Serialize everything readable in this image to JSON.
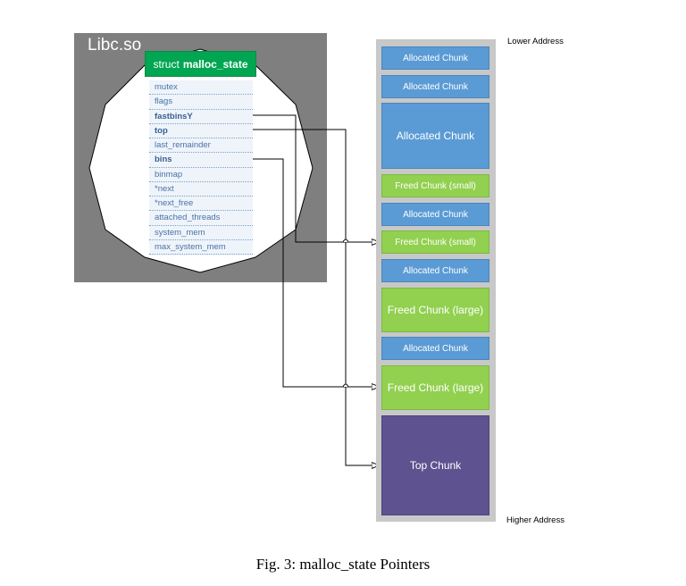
{
  "diagram": {
    "lib_label": "Libc.so",
    "struct_prefix": "struct",
    "struct_name": "malloc_state",
    "fields": [
      {
        "label": "mutex",
        "bold": false
      },
      {
        "label": "flags",
        "bold": false
      },
      {
        "label": "fastbinsY",
        "bold": true
      },
      {
        "label": "top",
        "bold": true
      },
      {
        "label": "last_remainder",
        "bold": false
      },
      {
        "label": "bins",
        "bold": true
      },
      {
        "label": "binmap",
        "bold": false
      },
      {
        "label": "*next",
        "bold": false
      },
      {
        "label": "*next_free",
        "bold": false
      },
      {
        "label": "attached_threads",
        "bold": false
      },
      {
        "label": "system_mem",
        "bold": false
      },
      {
        "label": "max_system_mem",
        "bold": false
      }
    ],
    "chunks": [
      {
        "label": "Allocated Chunk",
        "kind": "allocated"
      },
      {
        "label": "Allocated Chunk",
        "kind": "allocated"
      },
      {
        "label": "Allocated Chunk",
        "kind": "allocated"
      },
      {
        "label": "Freed Chunk (small)",
        "kind": "freed"
      },
      {
        "label": "Allocated Chunk",
        "kind": "allocated"
      },
      {
        "label": "Freed Chunk (small)",
        "kind": "freed"
      },
      {
        "label": "Allocated Chunk",
        "kind": "allocated"
      },
      {
        "label": "Freed Chunk (large)",
        "kind": "freed"
      },
      {
        "label": "Allocated Chunk",
        "kind": "allocated"
      },
      {
        "label": "Freed Chunk (large)",
        "kind": "freed"
      },
      {
        "label": "Top Chunk",
        "kind": "top"
      }
    ],
    "lower_address": "Lower Address",
    "higher_address": "Higher Address",
    "caption": "Fig. 3: malloc_state Pointers"
  }
}
